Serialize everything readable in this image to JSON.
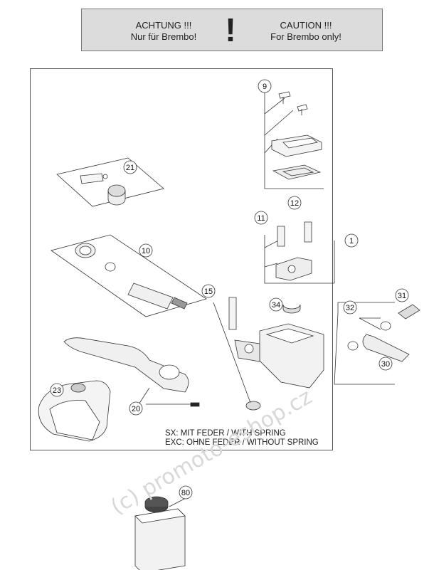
{
  "caution_box": {
    "de_line1": "ACHTUNG !!!",
    "de_line2": "Nur für Brembo!",
    "symbol": "!",
    "en_line1": "CAUTION !!!",
    "en_line2": "For Brembo only!"
  },
  "callouts": [
    {
      "id": "c9",
      "label": "9"
    },
    {
      "id": "c21",
      "label": "21"
    },
    {
      "id": "c12",
      "label": "12"
    },
    {
      "id": "c11",
      "label": "11"
    },
    {
      "id": "c1",
      "label": "1"
    },
    {
      "id": "c10",
      "label": "10"
    },
    {
      "id": "c15",
      "label": "15"
    },
    {
      "id": "c34",
      "label": "34"
    },
    {
      "id": "c31",
      "label": "31"
    },
    {
      "id": "c32",
      "label": "32"
    },
    {
      "id": "c30",
      "label": "30"
    },
    {
      "id": "c23",
      "label": "23"
    },
    {
      "id": "c20",
      "label": "20"
    },
    {
      "id": "c80",
      "label": "80"
    }
  ],
  "note": {
    "line1": "SX: MIT FEDER / WITH SPRING",
    "line2": "EXC: OHNE FEDER / WITHOUT SPRING"
  },
  "watermark": "(c) promoto-eshop.cz"
}
